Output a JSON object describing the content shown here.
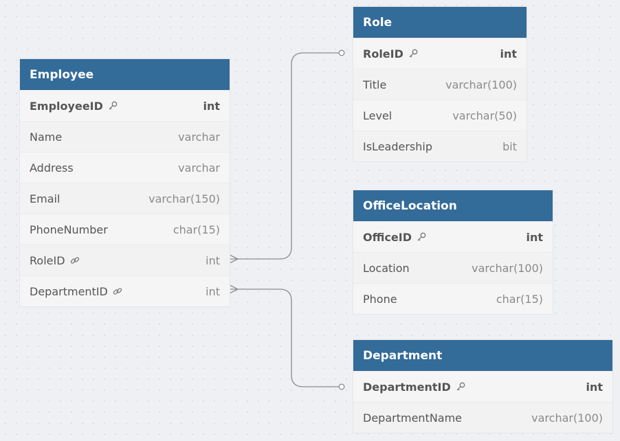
{
  "tables": {
    "employee": {
      "title": "Employee",
      "columns": [
        {
          "name": "EmployeeID",
          "type": "int",
          "key": "primary"
        },
        {
          "name": "Name",
          "type": "varchar"
        },
        {
          "name": "Address",
          "type": "varchar"
        },
        {
          "name": "Email",
          "type": "varchar(150)"
        },
        {
          "name": "PhoneNumber",
          "type": "char(15)"
        },
        {
          "name": "RoleID",
          "type": "int",
          "key": "foreign"
        },
        {
          "name": "DepartmentID",
          "type": "int",
          "key": "foreign"
        }
      ]
    },
    "role": {
      "title": "Role",
      "columns": [
        {
          "name": "RoleID",
          "type": "int",
          "key": "primary"
        },
        {
          "name": "Title",
          "type": "varchar(100)"
        },
        {
          "name": "Level",
          "type": "varchar(50)"
        },
        {
          "name": "IsLeadership",
          "type": "bit"
        }
      ]
    },
    "office_location": {
      "title": "OfficeLocation",
      "columns": [
        {
          "name": "OfficeID",
          "type": "int",
          "key": "primary"
        },
        {
          "name": "Location",
          "type": "varchar(100)"
        },
        {
          "name": "Phone",
          "type": "char(15)"
        }
      ]
    },
    "department": {
      "title": "Department",
      "columns": [
        {
          "name": "DepartmentID",
          "type": "int",
          "key": "primary"
        },
        {
          "name": "DepartmentName",
          "type": "varchar(100)"
        }
      ]
    }
  },
  "relationships": [
    {
      "from": "Employee.RoleID",
      "to": "Role.RoleID",
      "from_end": "many",
      "to_end": "one"
    },
    {
      "from": "Employee.DepartmentID",
      "to": "Department.DepartmentID",
      "from_end": "many",
      "to_end": "one"
    }
  ],
  "colors": {
    "header": "#336b99",
    "header_text": "#ffffff",
    "connector": "#8c8c8c"
  }
}
